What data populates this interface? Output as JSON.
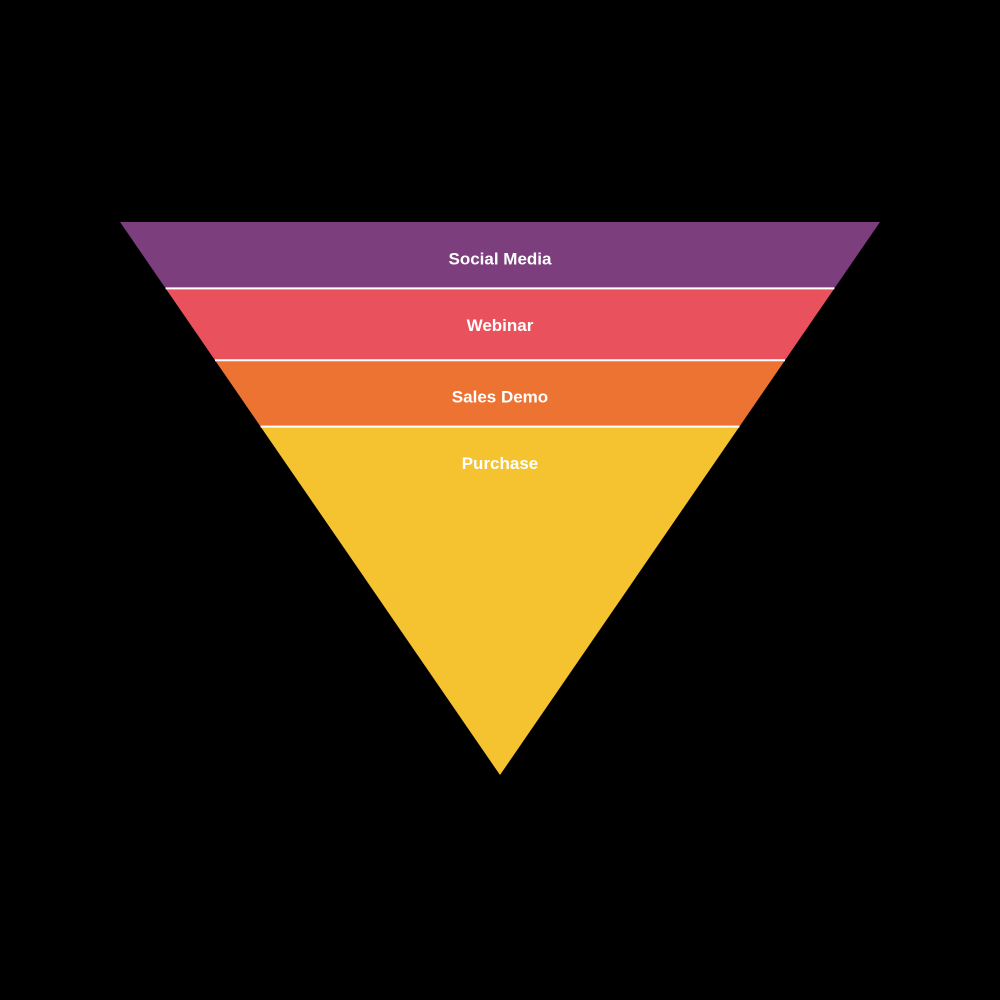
{
  "page": {
    "background": "#000000"
  },
  "chart_data": {
    "type": "funnel",
    "orientation": "inverted-pyramid",
    "title": "",
    "background": "#000000",
    "label_color": "#FFFFFF",
    "divider_color": "#FFFFFF",
    "legend": "none",
    "grid": false,
    "stages": [
      {
        "label": "Social Media",
        "color": "#7D3E7E",
        "top_width_pct": 100
      },
      {
        "label": "Webinar",
        "color": "#E9515C",
        "top_width_pct": 88
      },
      {
        "label": "Sales Demo",
        "color": "#ED7332",
        "top_width_pct": 75
      },
      {
        "label": "Purchase",
        "color": "#F4C32F",
        "top_width_pct": 63
      }
    ]
  }
}
